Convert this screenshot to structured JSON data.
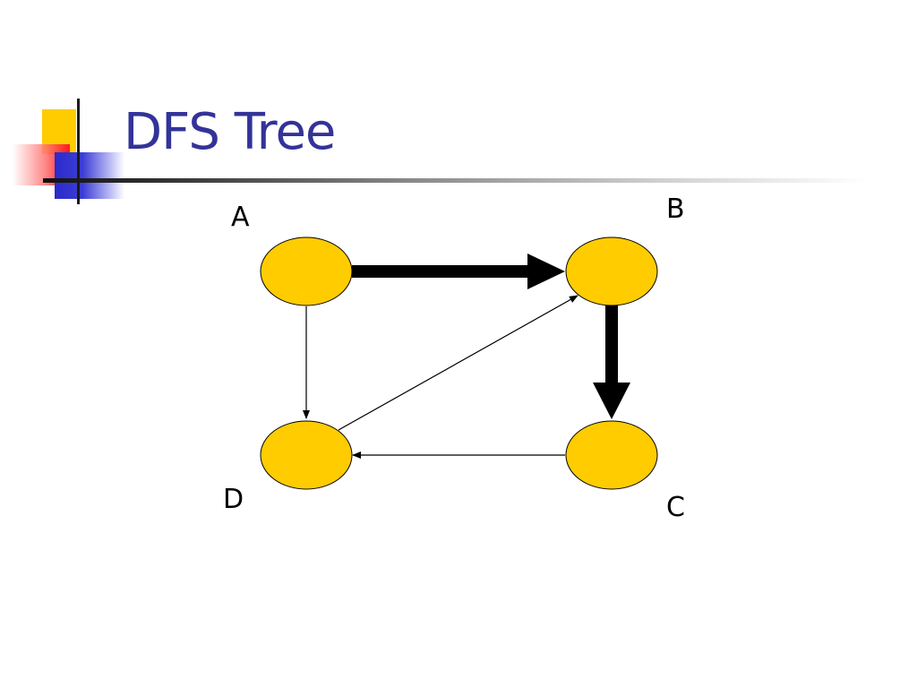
{
  "slide": {
    "title": "DFS Tree"
  },
  "graph": {
    "nodes": [
      {
        "id": "A",
        "label": "A"
      },
      {
        "id": "B",
        "label": "B"
      },
      {
        "id": "C",
        "label": "C"
      },
      {
        "id": "D",
        "label": "D"
      }
    ],
    "edges": [
      {
        "from": "A",
        "to": "B",
        "tree_edge": true
      },
      {
        "from": "B",
        "to": "C",
        "tree_edge": true
      },
      {
        "from": "A",
        "to": "D",
        "tree_edge": false
      },
      {
        "from": "C",
        "to": "D",
        "tree_edge": false
      },
      {
        "from": "D",
        "to": "B",
        "tree_edge": false
      }
    ]
  },
  "colors": {
    "title": "#333399",
    "node_fill": "#ffcc00",
    "edge": "#000000",
    "accent_yellow": "#ffcc00",
    "accent_red": "#ff1a1a",
    "accent_blue": "#2a2acc"
  }
}
